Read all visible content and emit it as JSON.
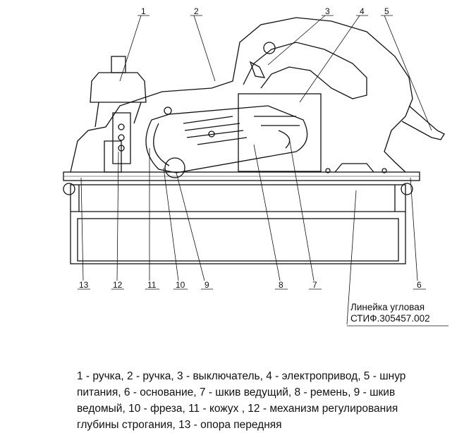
{
  "diagram": {
    "callouts": [
      "1",
      "2",
      "3",
      "4",
      "5",
      "6",
      "7",
      "8",
      "9",
      "10",
      "11",
      "12",
      "13"
    ],
    "ruler_note": {
      "line1": "Линейка угловая",
      "line2": "СТИФ.305457.002"
    },
    "caption_lines": [
      "1 - ручка, 2 - ручка, 3 - выключатель, 4 -  электропривод, 5 - шнур",
      "питания, 6 - основание, 7 - шкив ведущий, 8 - ремень, 9 - шкив",
      "ведомый, 10 -  фреза, 11 - кожух , 12  -  механизм регулирования",
      "глубины  строгания, 13 - опора  передняя"
    ]
  }
}
